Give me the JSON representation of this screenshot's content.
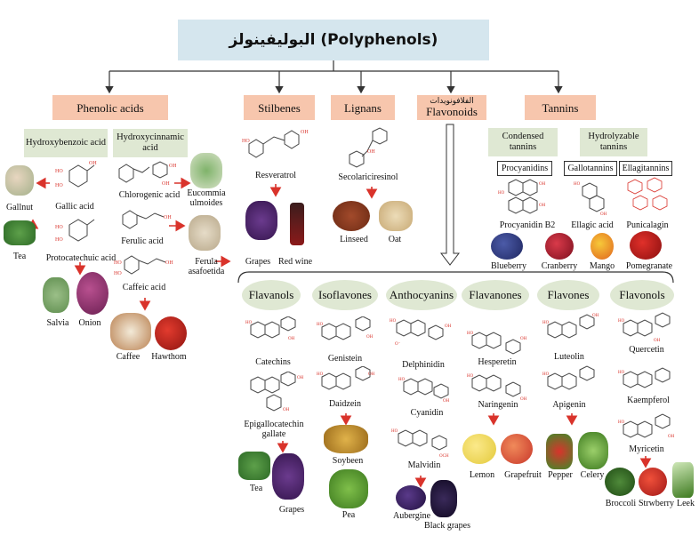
{
  "title": "البوليفينولز (Polyphenols)",
  "categories": {
    "phenolic_acids": "Phenolic acids",
    "stilbenes": "Stilbenes",
    "lignans": "Lignans",
    "flavonoids_ar": "الفلافونويدات",
    "flavonoids": "Flavonoids",
    "tannins": "Tannins"
  },
  "phenolic": {
    "hydroxybenzoic": "Hydroxybenzoic acid",
    "hydroxycinnamic": "Hydroxycinnamic acid",
    "gallic": "Gallic acid",
    "protocatechuic": "Protocatechuic acid",
    "chlorogenic": "Chlorogenic acid",
    "ferulic": "Ferulic acid",
    "caffeic": "Caffeic acid",
    "gallnut": "Gallnut",
    "tea": "Tea",
    "eucommia": "Eucommia ulmoides",
    "ferula": "Ferula asafoetida",
    "salvia": "Salvia",
    "onion": "Onion",
    "caffee": "Caffee",
    "hawthom": "Hawthom"
  },
  "stilbenes": {
    "resveratrol": "Resveratrol",
    "grapes": "Grapes",
    "red_wine": "Red wine"
  },
  "lignans": {
    "secolariciresinol": "Secolariciresinol",
    "linseed": "Linseed",
    "oat": "Oat"
  },
  "tannins": {
    "condensed": "Condensed tannins",
    "hydrolyzable": "Hydrolyzable tannins",
    "procyanidins": "Procyanidins",
    "gallotannins": "Gallotannins",
    "ellagitannins": "Ellagitannins",
    "procyanidin_b2": "Procyanidin B2",
    "ellagic": "Ellagic acid",
    "punicalagin": "Punicalagin",
    "blueberry": "Blueberry",
    "cranberry": "Cranberry",
    "mango": "Mango",
    "pomegranate": "Pomegranate"
  },
  "flavonoid_classes": {
    "flavanols": "Flavanols",
    "isoflavones": "Isoflavones",
    "anthocyanins": "Anthocyanins",
    "flavanones": "Flavanones",
    "flavones": "Flavones",
    "flavonols": "Flavonols"
  },
  "compounds": {
    "catechins": "Catechins",
    "egcg": "Epigallocatechin gallate",
    "genistein": "Genistein",
    "daidzein": "Daidzein",
    "delphinidin": "Delphinidin",
    "cyanidin": "Cyanidin",
    "malvidin": "Malvidin",
    "hesperetin": "Hesperetin",
    "naringenin": "Naringenin",
    "luteolin": "Luteolin",
    "apigenin": "Apigenin",
    "quercetin": "Quercetin",
    "kaempferol": "Kaempferol",
    "myricetin": "Myricetin"
  },
  "foods": {
    "tea": "Tea",
    "grapes": "Grapes",
    "soybeen": "Soybeen",
    "pea": "Pea",
    "aubergine": "Aubergine",
    "black_grapes": "Black grapes",
    "lemon": "Lemon",
    "grapefruit": "Grapefruit",
    "pepper": "Pepper",
    "celery": "Celery",
    "broccoli": "Broccoli",
    "strwberry": "Strwberry",
    "leek": "Leek"
  },
  "colors": {
    "title_bg": "#d5e6ee",
    "category_bg": "#f7c6ad",
    "subclass_bg": "#dfe8d3",
    "arrow_red": "#d9332b"
  }
}
